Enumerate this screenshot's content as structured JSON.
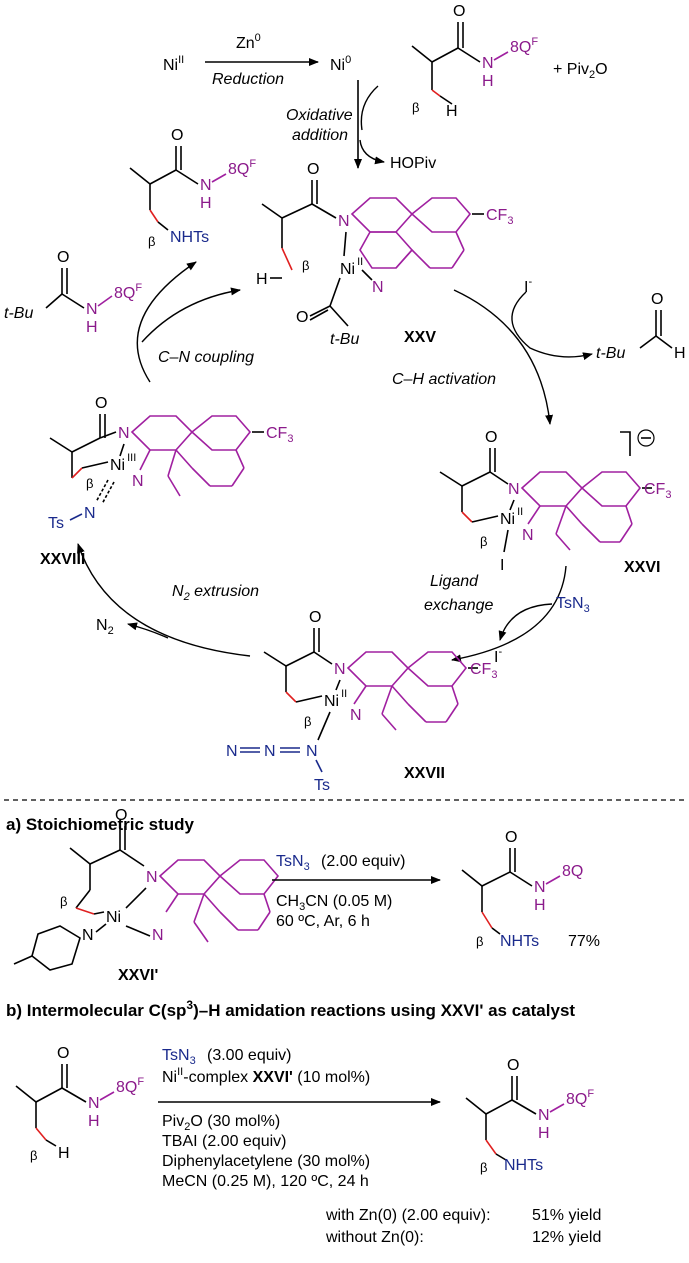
{
  "top": {
    "ni_ii": "Ni",
    "ni_ii_sup": "II",
    "zn0": "Zn",
    "zn0_sup": "0",
    "reduction": "Reduction",
    "ni0": "Ni",
    "ni0_sup": "0",
    "substrate_group": "8Q",
    "substrate_group_sup": "F",
    "plus_piv2o": "+ Piv",
    "piv2o_sub": "2",
    "piv2o_o": "O",
    "oxidative_addition": [
      "Oxidative",
      "addition"
    ],
    "hopiv": "HOPiv",
    "beta": "β",
    "h": "H",
    "o": "O",
    "n": "N"
  },
  "cycle": {
    "product_nhts": "NHTs",
    "tbu_amide_label": "t-Bu",
    "xxv": "XXV",
    "cf3": "CF",
    "cf3_sub": "3",
    "ni": "Ni",
    "ni_ii_sup": "II",
    "ni_iii_sup": "III",
    "tbu": "t-Bu",
    "i_minus": "I",
    "minus": "-",
    "aldehyde_tbu": "t-Bu",
    "cn_coupling": "C–N coupling",
    "ch_activation": "C–H activation",
    "xxvi": "XXVI",
    "xxvii": "XXVII",
    "xxviii": "XXVIII",
    "ligand_exchange": [
      "Ligand",
      "exchange"
    ],
    "tsn3": "TsN",
    "tsn3_sub": "3",
    "n2_extrusion": "N",
    "n2_extrusion_sub": "2",
    "n2_extrusion_rest": " extrusion",
    "n2": "N",
    "n2_sub": "2",
    "ts": "Ts",
    "i": "I",
    "azide_n": "N"
  },
  "section_a": {
    "title": "a) Stoichiometric study",
    "complex": "XXVI'",
    "reagent": "TsN",
    "reagent_sub": "3",
    "reagent_amount": " (2.00 equiv)",
    "solvent": "CH",
    "solvent_sub": "3",
    "solvent_rest": "CN (0.05 M)",
    "conditions": "60 ºC, Ar, 6 h",
    "product_group": "8Q",
    "product_nhts": "NHTs",
    "yield": "77%"
  },
  "section_b": {
    "title": "b) Intermolecular C(sp",
    "title_sup": "3",
    "title_rest": ")–H amidation reactions using XXVI' as catalyst",
    "reagent1": "TsN",
    "reagent1_sub": "3",
    "reagent1_amount": " (3.00 equiv)",
    "reagent2_pre": "Ni",
    "reagent2_sup": "II",
    "reagent2_mid": "-complex ",
    "reagent2_bold": "XXVI'",
    "reagent2_amount": " (10 mol%)",
    "cond1_pre": "Piv",
    "cond1_sub": "2",
    "cond1_rest": "O (30 mol%)",
    "cond2": "TBAI (2.00 equiv)",
    "cond3": "Diphenylacetylene (30 mol%)",
    "cond4": "MeCN (0.25 M), 120 ºC, 24 h",
    "with_zn_label": "with Zn(0) (2.00 equiv):",
    "with_zn_yield": "51% yield",
    "without_zn_label": "without Zn(0):",
    "without_zn_yield": "12% yield"
  }
}
